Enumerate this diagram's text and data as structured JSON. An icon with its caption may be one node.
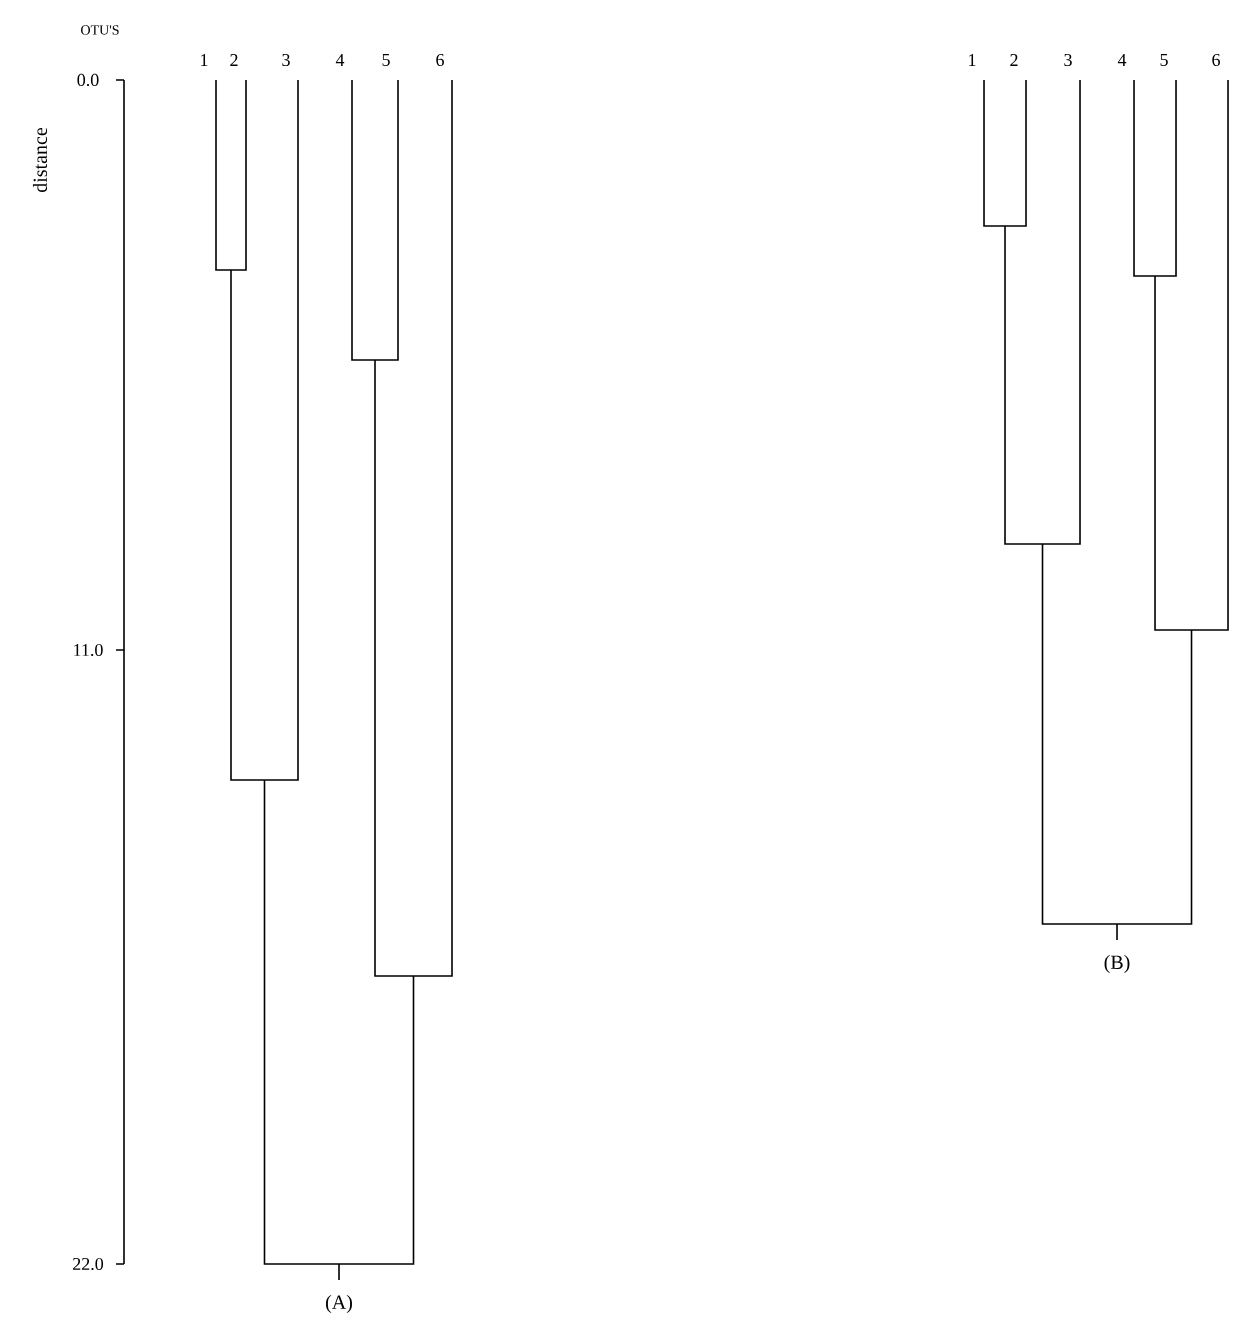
{
  "diagram": {
    "labels": [
      "OTU'S",
      "distance",
      "0.0",
      "11.0",
      "22.0",
      "1",
      "2",
      "3",
      "4",
      "5",
      "6",
      "(A)",
      "1",
      "2",
      "3",
      "4",
      "5",
      "6",
      "(B)"
    ]
  }
}
